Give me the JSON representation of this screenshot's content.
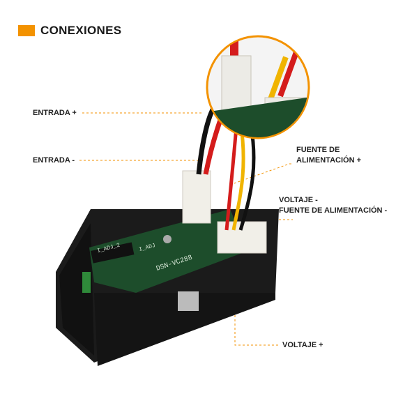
{
  "title": "CONEXIONES",
  "accent_color": "#f39200",
  "labels": {
    "entrada_pos": "ENTRADA +",
    "entrada_neg": "ENTRADA -",
    "fuente_pos_line1": "FUENTE DE",
    "fuente_pos_line2": "ALIMENTACIÓN +",
    "voltaje_neg_line1": "VOLTAJE -",
    "voltaje_neg_line2": "FUENTE DE ALIMENTACIÓN -",
    "voltaje_pos": "VOLTAJE +"
  },
  "board_silkscreen": {
    "model": "DSN-VC288",
    "adj1": "I_ADJ",
    "adj2": "I_ADJ_2"
  }
}
